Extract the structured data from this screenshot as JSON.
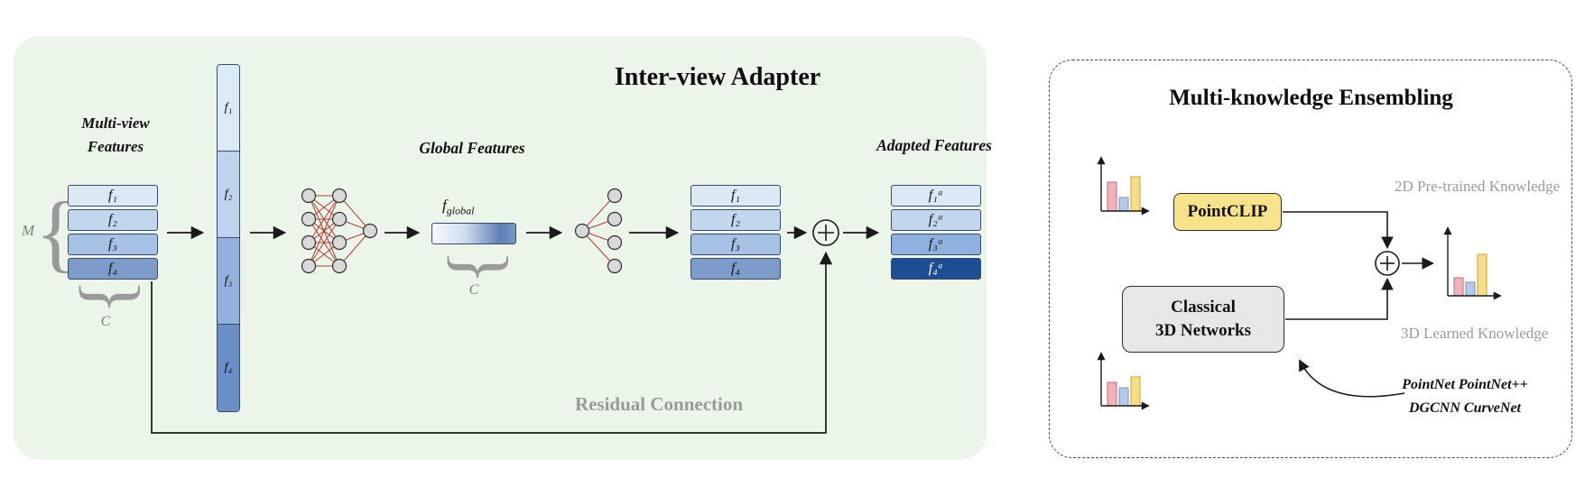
{
  "inter_view_adapter": {
    "title": "Inter-view Adapter",
    "multiview_label": {
      "line1": "Multi-view",
      "line2": "Features"
    },
    "m_label": "M",
    "c_label": "C",
    "input_stack": [
      "f₁",
      "f₂",
      "f₃",
      "f₄"
    ],
    "concat_column": [
      "f₁",
      "f₂",
      "f₃",
      "f₄"
    ],
    "global_features_heading": "Global Features",
    "f_global": {
      "base": "f",
      "sub": "global"
    },
    "global_c_label": "C",
    "mid_stack": [
      "f₁",
      "f₂",
      "f₃",
      "f₄"
    ],
    "adapted_features_heading": "Adapted Features",
    "adapted_stack": [
      "f₁ᵃ",
      "f₂ᵃ",
      "f₃ᵃ",
      "f₄ᵃ"
    ],
    "residual_label": "Residual Connection"
  },
  "multi_knowledge_ensembling": {
    "title": "Multi-knowledge Ensembling",
    "pointclip_button": "PointCLIP",
    "classical_box": {
      "line1": "Classical",
      "line2": "3D Networks"
    },
    "knowledge_2d": "2D Pre-trained Knowledge",
    "knowledge_3d": "3D Learned Knowledge",
    "backbones": {
      "line1": "PointNet PointNet++",
      "line2": "DGCNN CurveNet"
    }
  },
  "glyphs": {
    "brace": "{"
  },
  "colors": {
    "panel_green": "#ecf5ea",
    "blue_1": "#dbe8f6",
    "blue_2": "#c2d6ee",
    "blue_3": "#a5c1e3",
    "blue_4": "#7d9cc9",
    "blue_dark": "#1d4e95",
    "border_navy": "#3a4a68",
    "mlp_edge_red": "#b23b2e",
    "node_gray": "#d9d9d9",
    "pointclip_yellow": "#f8e38a",
    "classical_gray": "#e7e7e7",
    "bar_pink": "#f0b3b9",
    "bar_blue": "#b7c8ea",
    "bar_yellow": "#f6dd86",
    "muted_text": "#9a9a9a"
  }
}
